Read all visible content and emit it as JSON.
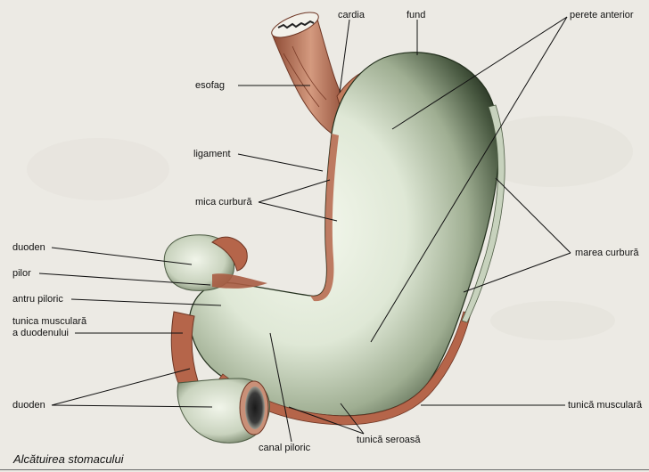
{
  "labels": {
    "cardia": "cardia",
    "fund": "fund",
    "perete_anterior": "perete anterior",
    "esofag": "esofag",
    "ligament": "ligament",
    "mica_curbura": "mica curbură",
    "marea_curbura": "marea curbură",
    "duoden_top": "duoden",
    "pilor": "pilor",
    "antru_piloric": "antru piloric",
    "tunica_musculara_duodenului": "tunica musculară\na duodenului",
    "duoden_bottom": "duoden",
    "tunica_musculara": "tunică musculară",
    "canal_piloric": "canal piloric",
    "tunica_seroasa": "tunică seroasă"
  },
  "caption": "Alcătuirea stomacului",
  "colors": {
    "background": "#eceae4",
    "muscle": "#b5654a",
    "serosa_light": "#e9efe2",
    "serosa_shadow": "#24321f",
    "leader_line": "#111111"
  }
}
